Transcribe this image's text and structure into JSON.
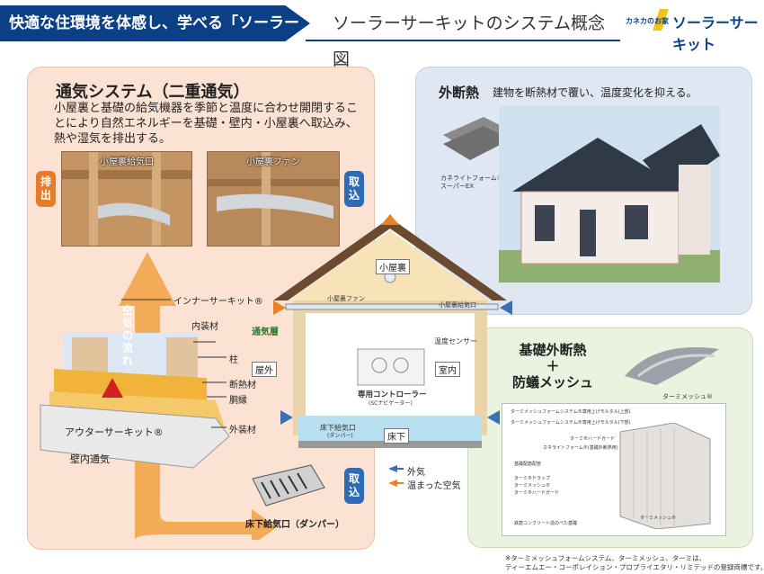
{
  "header": {
    "tagline": "快適な住環境を体感し、学べる「ソーラーサーキット」",
    "title": "ソーラーサーキットのシステム概念図",
    "brand_small": "カネカのお家",
    "brand_name": "ソーラーサーキット"
  },
  "ventilation": {
    "title": "通気システム（二重通気）",
    "description": "小屋裏と基礎の給気機器を季節と温度に合わせ開閉することにより自然エネルギーを基礎・壁内・小屋裏へ取込み、熱や湿気を排出する。",
    "badge_exhaust": "排出",
    "badge_intake": "取込",
    "badge_intake2": "取込",
    "photo_attic_intake": "小屋裏給気口",
    "photo_attic_fan": "小屋裏ファン",
    "airflow": "空気の流れ",
    "inner_circuit": "インナーサーキット®",
    "outer_circuit": "アウターサーキット®",
    "wall_vent": "壁内通気",
    "layers": [
      "内装材",
      "柱",
      "断熱材",
      "胴縁",
      "外装材"
    ],
    "floor_vent": "床下給気口（ダンパー）"
  },
  "house": {
    "attic": "小屋裏",
    "attic_fan": "小屋裏ファン",
    "attic_intake": "小屋裏給気口",
    "air_layer": "通気層",
    "temp_sensor": "温度センサー",
    "outside": "屋外",
    "inside": "室内",
    "controller": "専用コントローラー",
    "controller_sub": "(SCナビゲーター)",
    "floor_intake": "床下給気口",
    "floor_intake_sub": "(ダンパー)",
    "underfloor": "床下"
  },
  "legend": {
    "outside_air": "外気",
    "warm_air": "温まった空気",
    "colors": {
      "outside_air": "#3d6fb0",
      "warm_air": "#e8822a"
    }
  },
  "insulation": {
    "title": "外断熱",
    "description": "建物を断熱材で覆い、温度変化を抑える。",
    "product": "カネライトフォーム®\nスーパーEX"
  },
  "foundation": {
    "title": "基礎外断熱\n＋\n防蟻メッシュ",
    "mesh_caption": "ターミメッシュ®",
    "notes": [
      "ターミメッシュフォームシステム®専用上げモルタル(上部)",
      "ターミメッシュフォームシステム®専用上げモルタル(下部)",
      "ターミ®ハードガード",
      "カネライトフォーム®(基礎外断熱用)",
      "基礎配筋配管",
      "ターミ®ドラップ",
      "ターミメッシュ®",
      "ターミ®ハードガード",
      "鉄筋コンクリート造のべた基礎",
      "ターミメッシュ®"
    ]
  },
  "footnote": [
    "※ターミメッシュフォームシステム、ターミメッシュ、ターミは、",
    "ティーエムエー・コーポレイション・プロプライエタリ・リミテッドの登録商標です。"
  ]
}
